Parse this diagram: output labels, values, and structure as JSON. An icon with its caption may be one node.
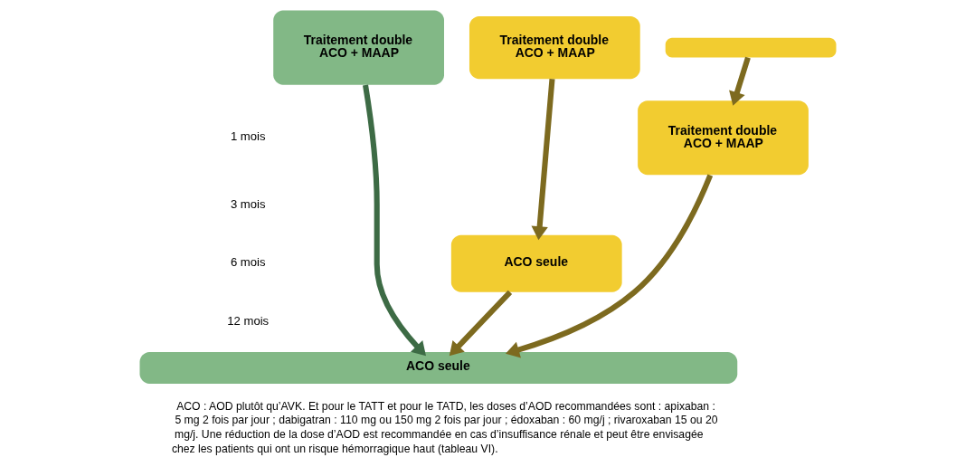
{
  "diagram": {
    "nodes": [
      {
        "text": [
          "Traitement double ACO + MAAP"
        ]
      },
      {
        "text": [
          "Traitement double ACO + MAAP"
        ]
      },
      {
        "text": [],
        "shape": "box"
      },
      {
        "text": [
          "Traitement double ACO + MAAP"
        ]
      },
      {
        "text": [
          "ACO seule"
        ]
      },
      {
        "text": [
          "ACO seule"
        ]
      }
    ],
    "edges": [
      {
        "from": 2,
        "to": 3,
        "arrow": "to"
      },
      {
        "from": 1,
        "to": 4,
        "arrow": "to"
      },
      {
        "from": 0,
        "to": 5,
        "arrow": "to",
        "color": "#3d6b45"
      },
      {
        "from": 4,
        "to": 5,
        "arrow": "to"
      },
      {
        "from": 3,
        "to": 5,
        "arrow": "to"
      }
    ],
    "labels": [
      "1 mois",
      "3 mois",
      "6 mois",
      "12 mois",
      "ACO : AOD plutôt qu’AVK. Et pour le TATT et pour le TATD, les doses d’AOD recommandées sont : apixaban : 5 mg 2 fois par jour ; dabigatran : 110 mg ou 150 mg 2 fois par jour ; édoxaban : 60 mg/j ; rivaroxaban 15 ou 20 mg/j. Une réduction de la dose d’AOD est recommandée en cas d’insuffisance rénale et peut être envisagée chez les patients qui ont un risque hémorragique haut (tableau VI)."
    ]
  }
}
